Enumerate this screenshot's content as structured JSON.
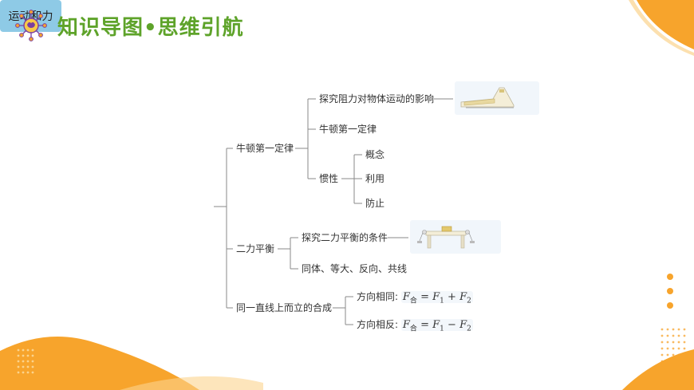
{
  "header": {
    "title": "知识导图•思维引航"
  },
  "mindmap": {
    "root": "运动和力",
    "branch1": {
      "label": "牛顿第一定律",
      "children": {
        "explore": "探究阻力对物体运动的影响",
        "law": "牛顿第一定律",
        "inertia": "惯性",
        "inertia_items": [
          "概念",
          "利用",
          "防止"
        ]
      }
    },
    "branch2": {
      "label": "二力平衡",
      "children": {
        "explore": "探究二力平衡的条件",
        "conditions": "同体、等大、反向、共线"
      }
    },
    "branch3": {
      "label": "同一直线上而立的合成",
      "same": {
        "prefix": "方向相同:",
        "F": "F",
        "he": "合",
        "op": "+"
      },
      "opposite": {
        "prefix": "方向相反:",
        "F": "F",
        "he": "合",
        "op": "−"
      },
      "sub1": "1",
      "sub2": "2",
      "eq": "="
    }
  },
  "colors": {
    "title": "#5ea32a",
    "accent_orange": "#f7a42c",
    "root_fill": "#8ecae6",
    "line": "#888888"
  }
}
